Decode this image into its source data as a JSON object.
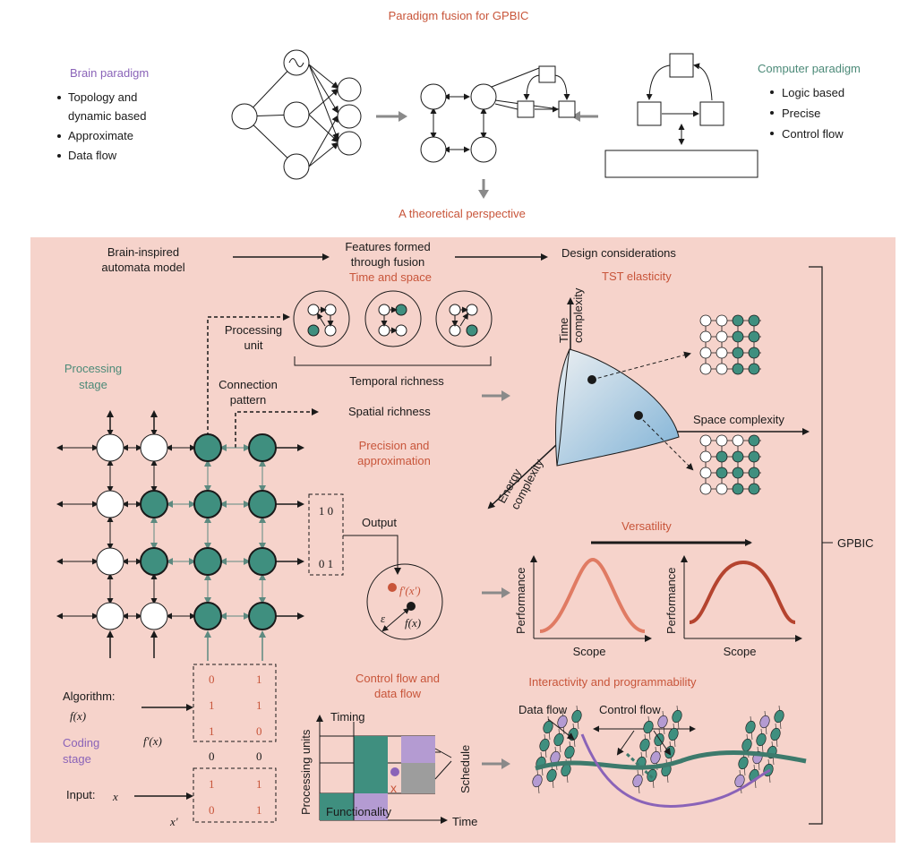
{
  "colors": {
    "accent_orange": "#c8553a",
    "accent_purple": "#8a63b8",
    "accent_green": "#4c8a78",
    "teal_node": "#3f8f7f",
    "panel_bg": "#f6d3cb",
    "purple_fill": "#b49bd2"
  },
  "header": {
    "title": "Paradigm fusion for GPBIC",
    "subtitle": "A theoretical perspective"
  },
  "brain": {
    "title": "Brain paradigm",
    "bullets": [
      "Topology and",
      "dynamic based",
      "Approximate",
      "Data flow"
    ]
  },
  "computer": {
    "title": "Computer paradigm",
    "bullets": [
      "Logic based",
      "Precise",
      "Control flow"
    ]
  },
  "flow": {
    "model": [
      "Brain-inspired",
      "automata model"
    ],
    "features": [
      "Features formed",
      "through fusion"
    ],
    "design": "Design considerations"
  },
  "labels": {
    "time_space": "Time and space",
    "processing_unit": [
      "Processing",
      "unit"
    ],
    "temporal": "Temporal richness",
    "connection": [
      "Connection",
      "pattern"
    ],
    "spatial": "Spatial richness",
    "processing_stage": [
      "Processing",
      "stage"
    ],
    "precision": [
      "Precision and",
      "approximation"
    ],
    "tst": "TST elasticity",
    "time_complexity": [
      "Time",
      "complexity"
    ],
    "space_complexity": "Space complexity",
    "energy_complexity": [
      "Energy",
      "complexity"
    ],
    "output": "Output",
    "versatility": "Versatility",
    "performance": "Performance",
    "scope": "Scope",
    "gpbic": "GPBIC",
    "algorithm": "Algorithm:",
    "fx": "f(x)",
    "fpx": "f'(x)",
    "coding_stage": [
      "Coding",
      "stage"
    ],
    "input": "Input:",
    "x": "x",
    "xp": "x'",
    "control_data": [
      "Control flow and",
      "data flow"
    ],
    "timing": "Timing",
    "processing_units": "Processing units",
    "schedule": "Schedule",
    "functionality": "Functionality",
    "time": "Time",
    "interactivity": "Interactivity and programmability",
    "data_flow": "Data flow",
    "control_flow": "Control flow",
    "epsilon": "ε",
    "f_prime_xprime": "f'(x')",
    "f_x_circle": "f(x)"
  },
  "matrices": {
    "output_rows": [
      "1 0",
      "0 1"
    ],
    "algorithm": [
      [
        "0",
        "1"
      ],
      [
        "1",
        "1"
      ],
      [
        "1",
        "0"
      ]
    ],
    "algo_bottom": [
      "0",
      "0"
    ],
    "input": [
      [
        "1",
        "1"
      ],
      [
        "0",
        "1"
      ]
    ]
  }
}
